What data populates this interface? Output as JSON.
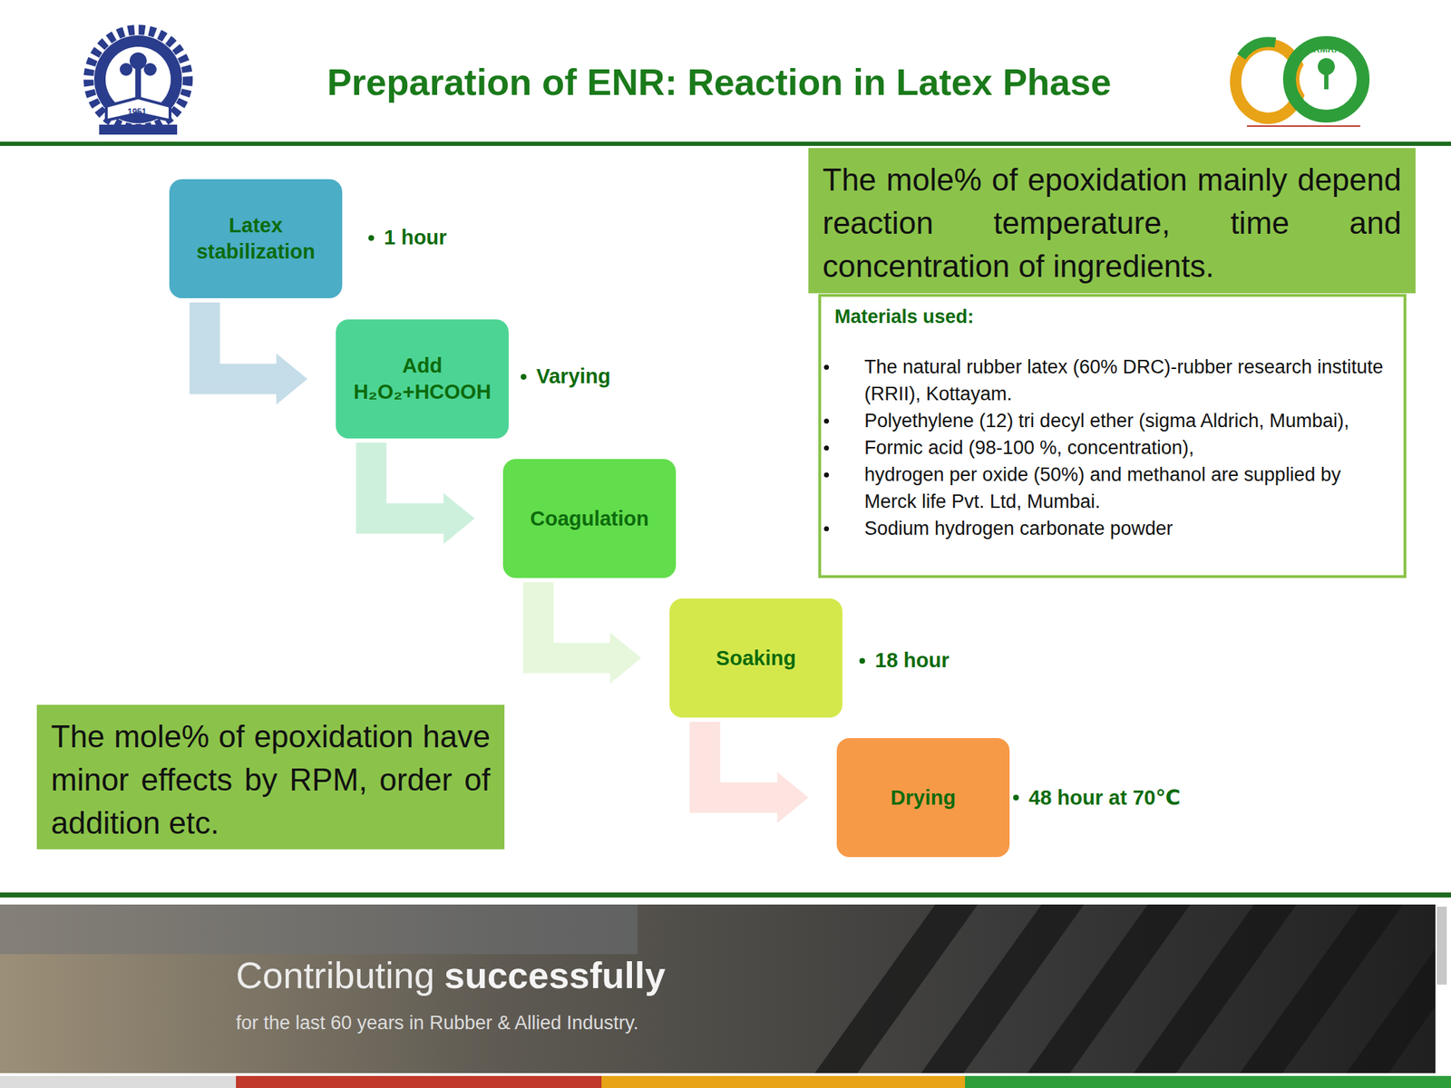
{
  "diagram": {
    "title": "Preparation of ENR: Reaction in Latex Phase",
    "nodes": [
      {
        "text": [
          "Latex stabilization"
        ]
      },
      {
        "text": [
          "Add H₂O₂+HCOOH"
        ]
      },
      {
        "text": [
          "Coagulation"
        ]
      },
      {
        "text": [
          "Soaking"
        ]
      },
      {
        "text": [
          "Drying"
        ]
      },
      {
        "text": [
          "The mole% of epoxidation mainly depend reaction temperature, time and concentration of ingredients."
        ]
      },
      {
        "text": [
          "Materials used:",
          "The natural rubber latex (60% DRC)-rubber research institute (RRII), Kottayam.",
          "Polyethylene (12) tri decyl ether (sigma Aldrich, Mumbai),",
          "Formic acid (98-100 %, concentration),",
          "hydrogen per oxide (50%) and methanol are supplied by Merck life Pvt. Ltd, Mumbai.",
          "Sodium hydrogen carbonate powder"
        ]
      },
      {
        "text": [
          "The mole% of epoxidation have minor effects by RPM, order of addition etc."
        ]
      }
    ],
    "edges": [
      {
        "from": 0,
        "to": 1,
        "arrow": "to"
      },
      {
        "from": 1,
        "to": 2,
        "arrow": "to"
      },
      {
        "from": 2,
        "to": 3,
        "arrow": "to"
      },
      {
        "from": 3,
        "to": 4,
        "arrow": "to"
      }
    ],
    "labels": [
      "1 hour",
      "Varying",
      "18 hour",
      "48 hour at 70℃",
      "Contributing",
      "successfully",
      "for the last 60 years in Rubber & Allied Industry.",
      "1951",
      "IRMRA"
    ]
  }
}
